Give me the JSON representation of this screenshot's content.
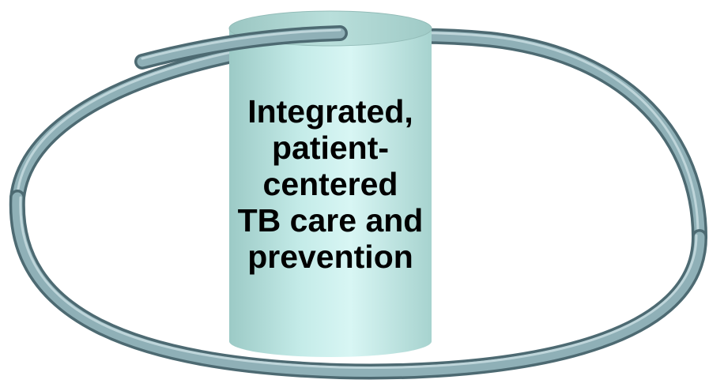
{
  "pillar": {
    "lines": [
      "Integrated,",
      "patient-",
      "centered",
      "TB care and",
      "prevention"
    ]
  },
  "colors": {
    "pillar_top": "#a9d4d0",
    "pillar_body": "#c8ecea",
    "ring": "#7a9aa2",
    "text": "#000000"
  }
}
